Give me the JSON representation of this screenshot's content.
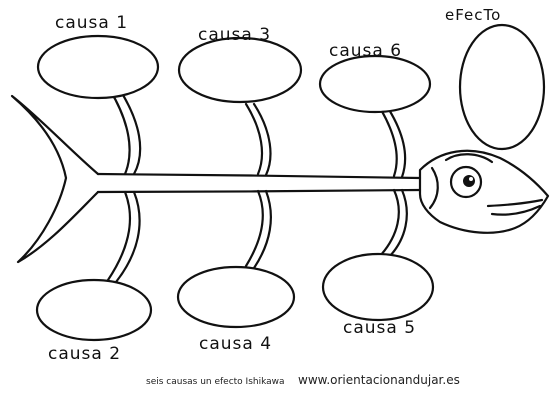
{
  "diagram": {
    "type": "fishbone",
    "effect_label": "eFecTo",
    "causes": [
      {
        "label": "causa 1"
      },
      {
        "label": "causa 2"
      },
      {
        "label": "causa 3"
      },
      {
        "label": "causa 4"
      },
      {
        "label": "causa 5"
      },
      {
        "label": "causa 6"
      }
    ]
  },
  "footer": {
    "caption": "seis causas un efecto Ishikawa",
    "website": "www.orientacionandujar.es"
  }
}
